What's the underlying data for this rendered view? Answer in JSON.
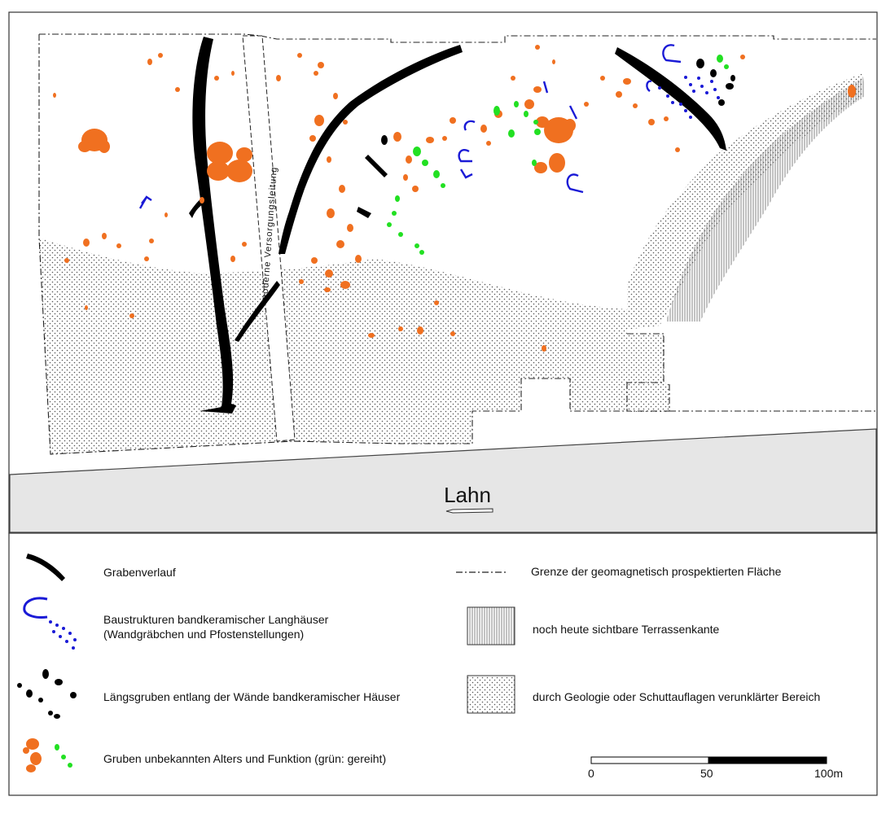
{
  "map": {
    "river_label": "Lahn",
    "pipeline_label": "moderne Versorgungsleitung"
  },
  "legend": {
    "ditch": "Grabenverlauf",
    "houses_line1": "Baustrukturen bandkeramischer Langhäuser",
    "houses_line2": "(Wandgräbchen und Pfostenstellungen)",
    "longpits": "Längsgruben entlang der Wände bandkeramischer Häuser",
    "pits": "Gruben unbekannten Alters und Funktion (grün: gereiht)",
    "boundary": "Grenze der geomagnetisch prospektierten Fläche",
    "terrace": "noch heute sichtbare Terrassenkante",
    "unclear": "durch Geologie oder Schuttauflagen verunklärter Bereich"
  },
  "scale": {
    "ticks": [
      "0",
      "50",
      "100m"
    ]
  },
  "colors": {
    "ditch": "#000000",
    "house": "#1a1ad6",
    "pit_orange": "#f07020",
    "pit_green": "#22e022",
    "river": "#e6e6e6"
  }
}
